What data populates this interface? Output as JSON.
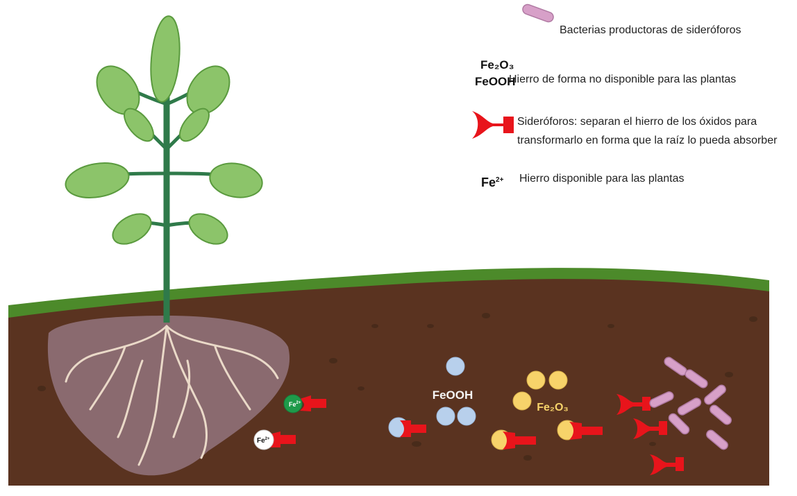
{
  "legend": {
    "bacteria": {
      "label": "Bacterias productoras de sideróforos",
      "color": "#d7a0c8"
    },
    "oxides": {
      "formula_fe2o3": "Fe₂O₃",
      "formula_feooh": "FeOOH",
      "label": "Hierro de forma no disponible para las plantas"
    },
    "siderophore": {
      "label_line1": "Sideróforos: separan el hierro de los óxidos para",
      "label_line2": "transformarlo en forma que la raíz lo pueda absorber",
      "color": "#e8141b"
    },
    "available_iron": {
      "symbol": "Fe",
      "charge": "2+",
      "label": "Hierro disponible para las plantas"
    }
  },
  "soil": {
    "feooh_label": "FeOOH",
    "fe2o3_label": "Fe₂O₃",
    "fe_root_label_1": "Fe",
    "fe_root_charge_1": "2+",
    "fe_root_label_2": "Fe",
    "fe_root_charge_2": "2+"
  },
  "colors": {
    "soil": "#5a3320",
    "grass": "#4c8a2a",
    "root_zone": "#8a6a6f",
    "stem": "#2f7a4a",
    "leaf": "#8cc46a",
    "feooh": "#b8d0ec",
    "fe2o3": "#f7d36a",
    "fe_available_green": "#1e9a4a"
  }
}
